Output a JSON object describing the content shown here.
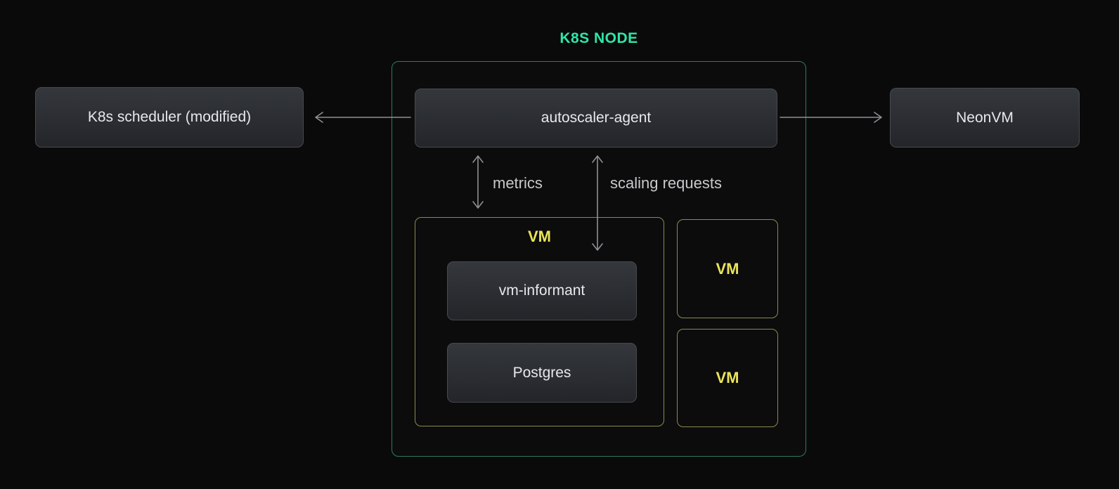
{
  "palette": {
    "background": "#0a0a0b",
    "accent_green": "#30e6a5",
    "container_border": "#2d7d61",
    "box_fill_top": "#34373c",
    "box_fill_bottom": "#232529",
    "box_border": "#47494e",
    "box_text": "#e8e8ea",
    "arrow": "#909094",
    "label_text": "#c9c9cb",
    "vm_border": "#8b8a4c",
    "vm_text": "#e9e45a"
  },
  "diagram": {
    "title": "K8S NODE",
    "nodes": {
      "scheduler": {
        "label": "K8s scheduler (modified)"
      },
      "autoscaler": {
        "label": "autoscaler-agent"
      },
      "neonvm": {
        "label": "NeonVM"
      },
      "vm_main": {
        "label": "VM"
      },
      "vm_informant": {
        "label": "vm-informant"
      },
      "postgres": {
        "label": "Postgres"
      },
      "vm_small_1": {
        "label": "VM"
      },
      "vm_small_2": {
        "label": "VM"
      }
    },
    "edges": {
      "metrics_label": "metrics",
      "scaling_label": "scaling requests"
    }
  }
}
